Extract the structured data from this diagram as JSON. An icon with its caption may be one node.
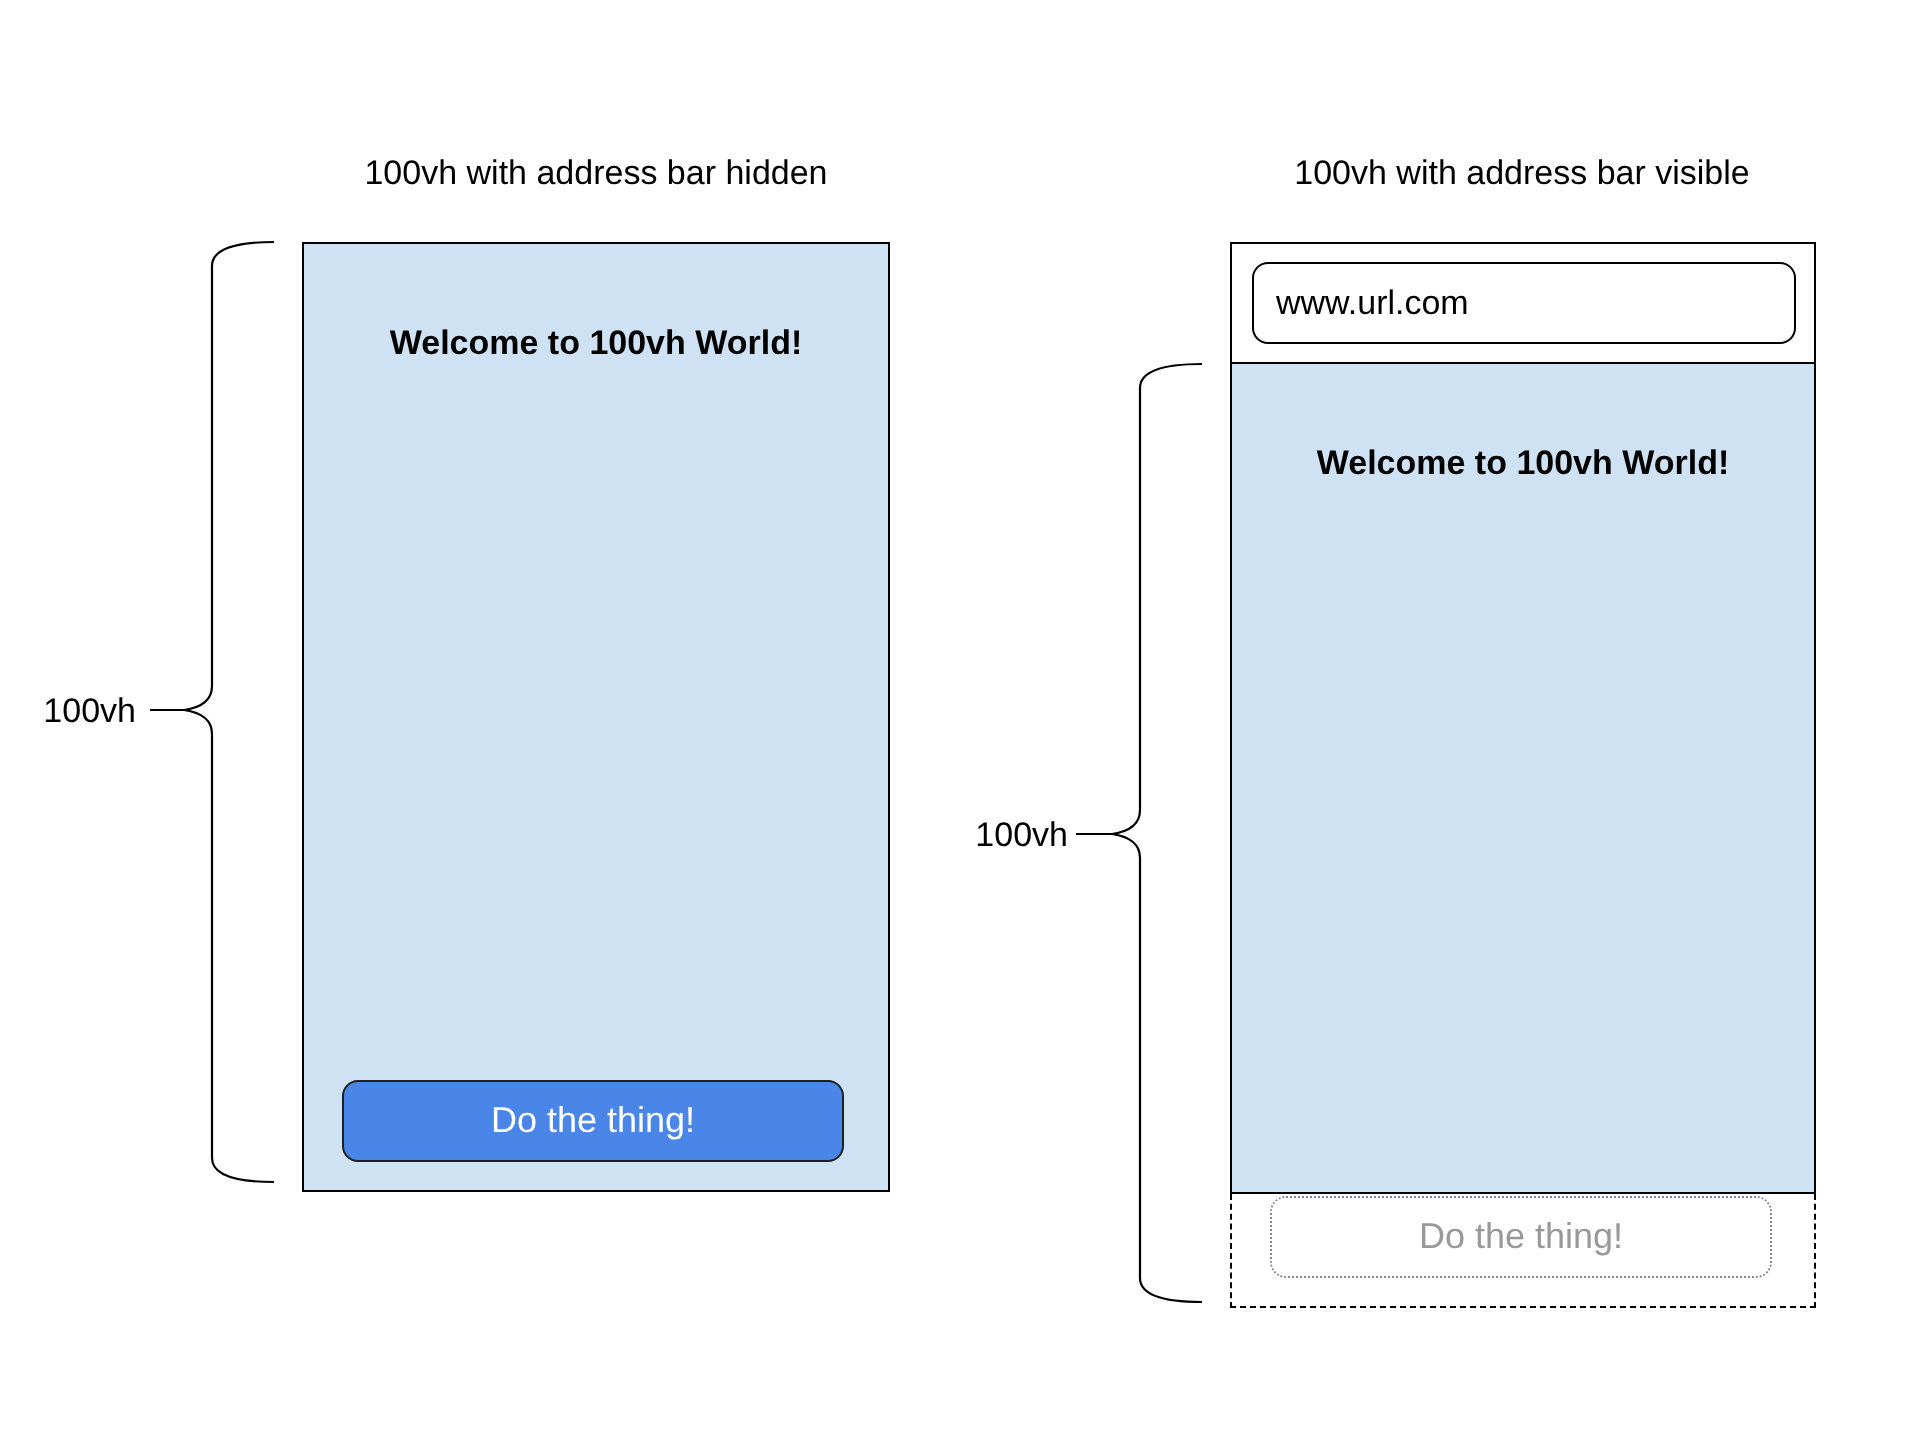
{
  "diagram": {
    "nodes": [
      {
        "text": [
          "Welcome to 100vh World!"
        ]
      },
      {
        "text": [
          "Do the thing!"
        ],
        "in": 0
      },
      {
        "text": [],
        "shape": "box"
      },
      {
        "text": [
          "www.url.com"
        ],
        "in": 2
      },
      {
        "text": [
          "Welcome to 100vh World!"
        ]
      },
      {
        "text": [],
        "shape": "box"
      },
      {
        "text": [
          "Do the thing!"
        ],
        "in": 5
      }
    ],
    "labels": [
      "100vh with address bar hidden",
      "100vh with address bar visible",
      "100vh",
      "100vh"
    ]
  }
}
